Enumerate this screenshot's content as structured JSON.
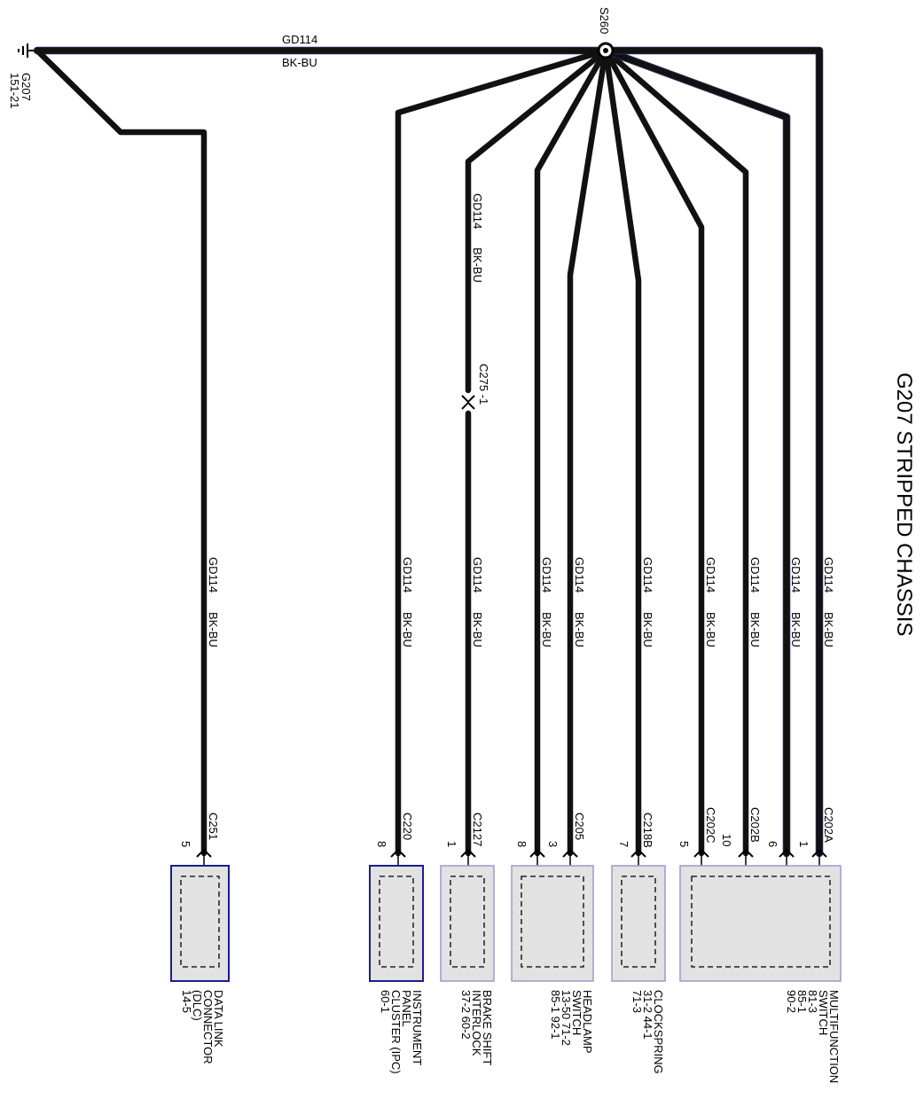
{
  "diagram": {
    "title": "G207 STRIPPED CHASSIS",
    "ground": {
      "label": "G207",
      "ref": "151-21"
    },
    "splice": {
      "label": "S260"
    },
    "main_wire": {
      "circuit": "GD114",
      "color": "BK-BU"
    },
    "inline_connector": {
      "label": "C275 -1"
    },
    "wires": [
      {
        "circuit": "GD114",
        "color": "BK-BU",
        "connector": "C251",
        "pin": "5"
      },
      {
        "circuit": "GD114",
        "color": "BK-BU",
        "connector": "C220",
        "pin": "8"
      },
      {
        "circuit": "GD114",
        "color": "BK-BU",
        "connector": "C2127",
        "pin": "1"
      },
      {
        "circuit": "GD114",
        "color": "BK-BU",
        "connector": "C205",
        "pin": "8"
      },
      {
        "circuit": "GD114",
        "color": "BK-BU",
        "connector": "C205",
        "pin": "3"
      },
      {
        "circuit": "GD114",
        "color": "BK-BU",
        "connector": "C218B",
        "pin": "7"
      },
      {
        "circuit": "GD114",
        "color": "BK-BU",
        "connector": "C202C",
        "pin": "5"
      },
      {
        "circuit": "GD114",
        "color": "BK-BU",
        "connector": "C202B",
        "pin": "10"
      },
      {
        "circuit": "GD114",
        "color": "BK-BU",
        "connector": "C202B",
        "pin": "6"
      },
      {
        "circuit": "GD114",
        "color": "BK-BU",
        "connector": "C202A",
        "pin": "1"
      }
    ],
    "upper_wire_labels": {
      "circuit": "GD114",
      "color": "BK-BU"
    },
    "components": [
      {
        "name": [
          "DATA LINK",
          "CONNECTOR",
          "(DLC)",
          "14-5"
        ]
      },
      {
        "name": [
          "INSTRUMENT",
          "PANEL",
          "CLUSTER (IPC)",
          "60-1"
        ]
      },
      {
        "name": [
          "BRAKE SHIFT",
          "INTERLOCK",
          "37-2      60-2"
        ]
      },
      {
        "name": [
          "HEADLAMP",
          "SWITCH",
          "13-50    71-2",
          "85-1      92-1"
        ]
      },
      {
        "name": [
          "CLOCKSPRING",
          "31-2      44-1",
          "71-3"
        ]
      },
      {
        "name": [
          "MULTIFUNCTION",
          "SWITCH",
          "81-3",
          "85-1",
          "90-2"
        ]
      }
    ]
  }
}
